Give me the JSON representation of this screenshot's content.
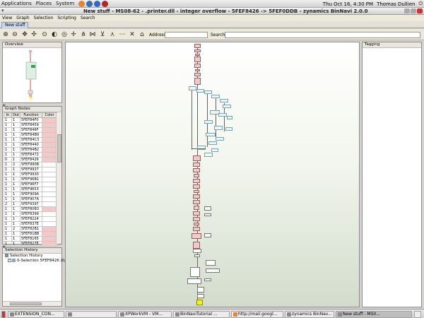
{
  "top_panel": {
    "menus": [
      "Applications",
      "Places",
      "System"
    ],
    "datetime": "Thu Oct 16,  4:30 PM",
    "user": "Thomas Dullien"
  },
  "window": {
    "title": "New stuff - MS08-62 - .printer.dll - integer overflow - 5FEF8426 -> 5FEF0DDB - zynamics BinNavi 2.0.0"
  },
  "menu_bar": [
    "View",
    "Graph",
    "Selection",
    "Scripting",
    "Search"
  ],
  "doc_tab": "New stuff",
  "toolbar": {
    "icons": [
      "zoom-in-icon",
      "zoom-out-icon",
      "fit-icon",
      "fit-selection-icon",
      "zoom-icon",
      "magnify-icon",
      "center-icon",
      "move-icon",
      "hierarchic-layout-icon",
      "circular-layout-icon",
      "orthogonal-layout-icon",
      "tree-layout-icon",
      "proximity-icon",
      "delete-icon",
      "lock-icon"
    ],
    "address_label": "Address",
    "address_value": "",
    "search_label": "Search",
    "search_value": ""
  },
  "overview": {
    "title": "Overview"
  },
  "graph_nodes": {
    "title": "Graph Nodes",
    "columns": [
      "In",
      "Out",
      "Function",
      "Color"
    ],
    "rows": [
      [
        "1",
        "1",
        "5FEF84F0",
        "pink"
      ],
      [
        "1",
        "1",
        "5FEF8459",
        "pink"
      ],
      [
        "1",
        "1",
        "5FEF846F",
        "pink"
      ],
      [
        "1",
        "1",
        "5FEF84B9",
        "pink"
      ],
      [
        "1",
        "1",
        "5FEF84C3",
        "pink"
      ],
      [
        "1",
        "1",
        "5FEF8440",
        "pink"
      ],
      [
        "1",
        "1",
        "5FEF84B2",
        "pink"
      ],
      [
        "1",
        "1",
        "5FEF8473",
        "pink"
      ],
      [
        "0",
        "1",
        "5FEF8426",
        "pink"
      ],
      [
        "1",
        "2",
        "5FEF990B",
        "white"
      ],
      [
        "1",
        "1",
        "5FEF9937",
        "white"
      ],
      [
        "1",
        "1",
        "5FEF9930",
        "white"
      ],
      [
        "1",
        "1",
        "5FEF96B1",
        "white"
      ],
      [
        "1",
        "1",
        "5FEF96F7",
        "white"
      ],
      [
        "1",
        "1",
        "5FEF9653",
        "white"
      ],
      [
        "1",
        "1",
        "5FEF909A",
        "white"
      ],
      [
        "1",
        "1",
        "5FEF907A",
        "white"
      ],
      [
        "2",
        "1",
        "5FEF9397",
        "white"
      ],
      [
        "1",
        "1",
        "5FEF80B3",
        "pink"
      ],
      [
        "1",
        "1",
        "5FEF8399",
        "white"
      ],
      [
        "1",
        "1",
        "5FEF8224",
        "white"
      ],
      [
        "1",
        "1",
        "5FEF837E",
        "white"
      ],
      [
        "1",
        "2",
        "5FEF82B1",
        "pink"
      ],
      [
        "1",
        "1",
        "5FEF81BB",
        "pink"
      ],
      [
        "1",
        "1",
        "5FEF8165",
        "pink"
      ],
      [
        "1",
        "1",
        "5FEF827E",
        "pink"
      ]
    ]
  },
  "selection_history": {
    "title": "Selection History",
    "root": "Selection History",
    "item": "0-Selection 5FEF8426 (0/"
  },
  "tagging": {
    "title": "Tagging"
  },
  "taskbar": [
    {
      "label": "EXTENSION_CON...",
      "active": false
    },
    {
      "label": "",
      "active": false
    },
    {
      "label": "XPWorkVM - VM...",
      "active": false
    },
    {
      "label": "BinNaviTutorial ...",
      "active": false
    },
    {
      "label": "http://mail.googl...",
      "active": false
    },
    {
      "label": "zynamics BinNav...",
      "active": false
    },
    {
      "label": "New stuff - MS0...",
      "active": true
    }
  ],
  "colors": {
    "node_pink": "#f3c8c8",
    "node_yellow": "#f6f600",
    "canvas_bottom": "#d2dccc"
  }
}
